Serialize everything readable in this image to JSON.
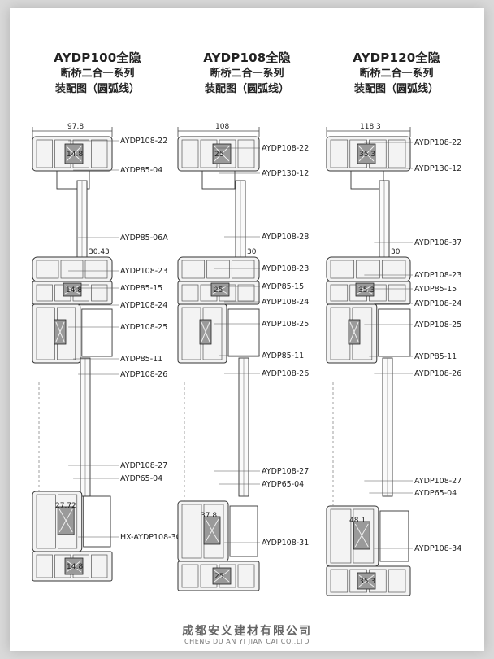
{
  "columns": [
    {
      "title_model": "AYDP100全隐",
      "title_series": "断桥二合一系列",
      "title_drawing": "装配图（圆弧线）",
      "dims": [
        "97.8",
        "14.8",
        "30.43",
        "14.8",
        "27.72",
        "14.8"
      ],
      "labels": [
        "AYDP108-22",
        "AYDP85-04",
        "AYDP85-06A",
        "AYDP108-23",
        "AYDP85-15",
        "AYDP108-24",
        "AYDP108-25",
        "AYDP85-11",
        "AYDP108-26",
        "AYDP108-27",
        "AYDP65-04",
        "HX-AYDP108-30"
      ]
    },
    {
      "title_model": "AYDP108全隐",
      "title_series": "断桥二合一系列",
      "title_drawing": "装配图（圆弧线）",
      "dims": [
        "108",
        "25",
        "30",
        "37.8",
        "25"
      ],
      "labels": [
        "AYDP108-22",
        "AYDP130-12",
        "AYDP108-28",
        "AYDP108-23",
        "AYDP85-15",
        "AYDP108-24",
        "AYDP108-25",
        "AYDP85-11",
        "AYDP108-26",
        "AYDP108-27",
        "AYDP65-04",
        "AYDP108-31"
      ]
    },
    {
      "title_model": "AYDP120全隐",
      "title_series": "断桥二合一系列",
      "title_drawing": "装配图（圆弧线）",
      "dims": [
        "118.3",
        "35.3",
        "30",
        "35.3",
        "48.1",
        "35.3"
      ],
      "labels": [
        "AYDP108-22",
        "AYDP130-12",
        "AYDP108-37",
        "AYDP108-23",
        "AYDP85-15",
        "AYDP108-24",
        "AYDP108-25",
        "AYDP85-11",
        "AYDP108-26",
        "AYDP108-27",
        "AYDP65-04",
        "AYDP108-34"
      ]
    }
  ],
  "footer": {
    "company_cn": "成都安义建材有限公司",
    "company_en": "CHENG DU AN YI JIAN CAI CO.,LTD"
  }
}
